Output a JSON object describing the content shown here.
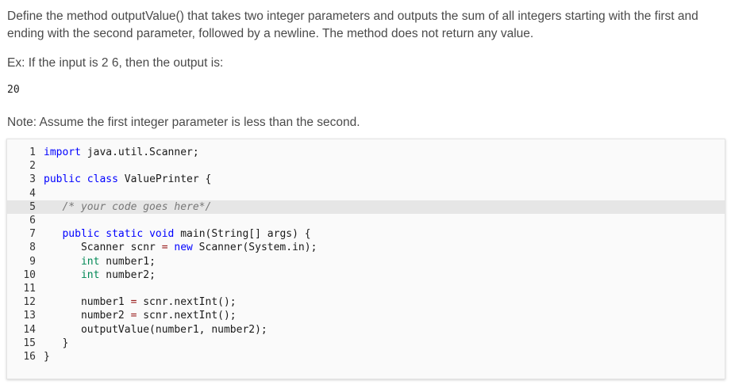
{
  "problem": {
    "description": "Define the method outputValue() that takes two integer parameters and outputs the sum of all integers starting with the first and ending with the second parameter, followed by a newline. The method does not return any value.",
    "example_intro": "Ex: If the input is 2 6, then the output is:",
    "example_output": "20",
    "note": "Note: Assume the first integer parameter is less than the second."
  },
  "editor": {
    "editable_line": 5,
    "lines": [
      {
        "n": "1",
        "parts": [
          [
            "kw",
            "import"
          ],
          [
            "src",
            " java.util.Scanner;"
          ]
        ]
      },
      {
        "n": "2",
        "parts": []
      },
      {
        "n": "3",
        "parts": [
          [
            "kw",
            "public"
          ],
          [
            "src",
            " "
          ],
          [
            "kw",
            "class"
          ],
          [
            "src",
            " ValuePrinter {"
          ]
        ]
      },
      {
        "n": "4",
        "parts": []
      },
      {
        "n": "5",
        "parts": [
          [
            "src",
            "   "
          ],
          [
            "cm",
            "/* your code goes here*/"
          ]
        ]
      },
      {
        "n": "6",
        "parts": []
      },
      {
        "n": "7",
        "parts": [
          [
            "src",
            "   "
          ],
          [
            "kw",
            "public"
          ],
          [
            "src",
            " "
          ],
          [
            "kw",
            "static"
          ],
          [
            "src",
            " "
          ],
          [
            "kw",
            "void"
          ],
          [
            "src",
            " main(String[] args) {"
          ]
        ]
      },
      {
        "n": "8",
        "parts": [
          [
            "src",
            "      Scanner scnr "
          ],
          [
            "op",
            "="
          ],
          [
            "src",
            " "
          ],
          [
            "kw",
            "new"
          ],
          [
            "src",
            " Scanner(System.in);"
          ]
        ]
      },
      {
        "n": "9",
        "parts": [
          [
            "src",
            "      "
          ],
          [
            "ty",
            "int"
          ],
          [
            "src",
            " number1;"
          ]
        ]
      },
      {
        "n": "10",
        "parts": [
          [
            "src",
            "      "
          ],
          [
            "ty",
            "int"
          ],
          [
            "src",
            " number2;"
          ]
        ]
      },
      {
        "n": "11",
        "parts": []
      },
      {
        "n": "12",
        "parts": [
          [
            "src",
            "      number1 "
          ],
          [
            "op",
            "="
          ],
          [
            "src",
            " scnr.nextInt();"
          ]
        ]
      },
      {
        "n": "13",
        "parts": [
          [
            "src",
            "      number2 "
          ],
          [
            "op",
            "="
          ],
          [
            "src",
            " scnr.nextInt();"
          ]
        ]
      },
      {
        "n": "14",
        "parts": [
          [
            "src",
            "      outputValue(number1, number2);"
          ]
        ]
      },
      {
        "n": "15",
        "parts": [
          [
            "src",
            "   }"
          ]
        ]
      },
      {
        "n": "16",
        "parts": [
          [
            "src",
            "}"
          ]
        ]
      }
    ]
  }
}
